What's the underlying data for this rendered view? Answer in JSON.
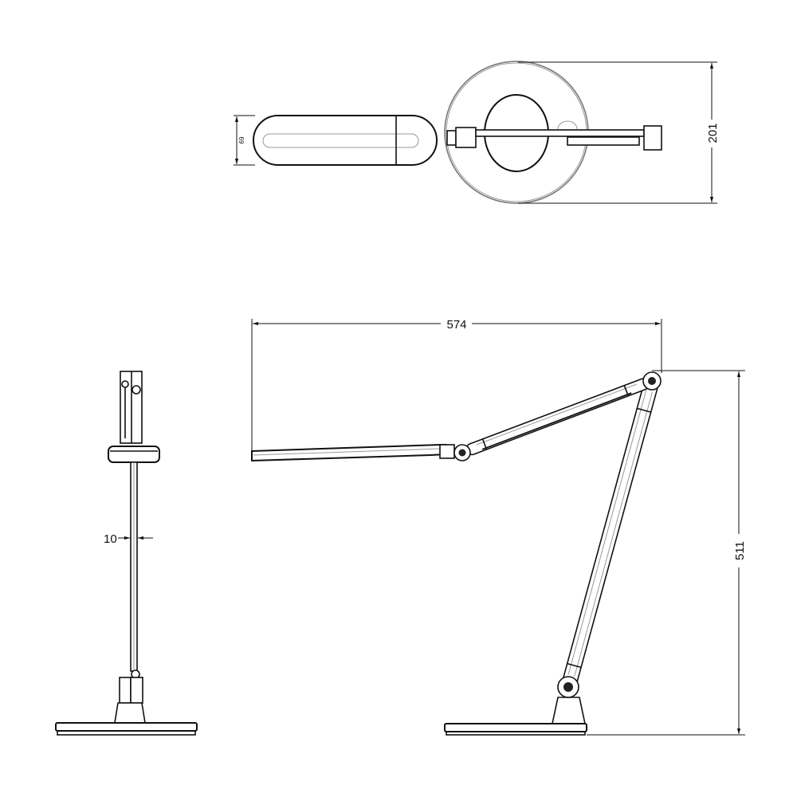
{
  "drawing": {
    "views": [
      "top-view",
      "front-view",
      "side-view"
    ],
    "dimensions": {
      "head_width": "69",
      "base_diameter": "201",
      "total_reach": "574",
      "height": "511",
      "pole_diameter": "10"
    },
    "unit": "mm",
    "line_color": "#111111"
  }
}
